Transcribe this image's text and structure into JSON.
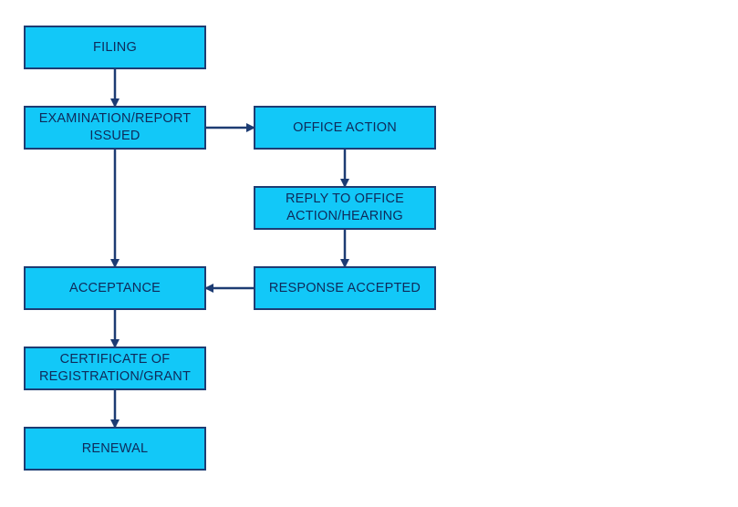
{
  "colors": {
    "box_fill": "#12c8f8",
    "box_border": "#1d3c73",
    "text": "#0f2a5a",
    "arrow": "#1d3c73"
  },
  "nodes": {
    "filing": "FILING",
    "examination": "EXAMINATION/REPORT\nISSUED",
    "office_action": "OFFICE ACTION",
    "reply": "REPLY TO OFFICE\nACTION/HEARING",
    "acceptance": "ACCEPTANCE",
    "response_accepted": "RESPONSE ACCEPTED",
    "certificate": "CERTIFICATE OF\nREGISTRATION/GRANT",
    "renewal": "RENEWAL"
  },
  "edges": [
    {
      "from": "filing",
      "to": "examination"
    },
    {
      "from": "examination",
      "to": "office_action"
    },
    {
      "from": "office_action",
      "to": "reply"
    },
    {
      "from": "reply",
      "to": "response_accepted"
    },
    {
      "from": "response_accepted",
      "to": "acceptance"
    },
    {
      "from": "examination",
      "to": "acceptance"
    },
    {
      "from": "acceptance",
      "to": "certificate"
    },
    {
      "from": "certificate",
      "to": "renewal"
    }
  ]
}
